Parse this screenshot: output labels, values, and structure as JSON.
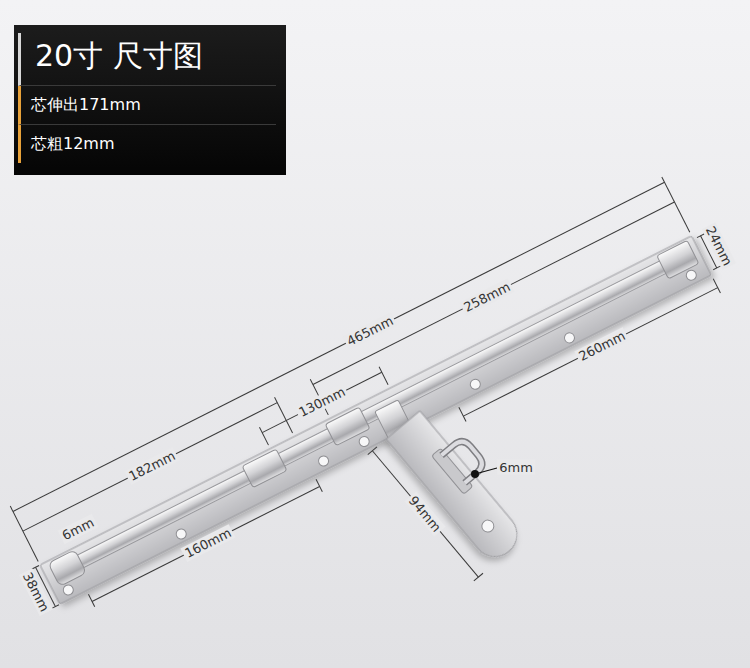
{
  "diagram": {
    "nodes": [
      {
        "text": [
          "20寸 尺寸图",
          "芯伸出171mm",
          "芯粗12mm"
        ]
      }
    ],
    "labels": [
      "465mm",
      "258mm",
      "260mm",
      "130mm",
      "182mm",
      "160mm",
      "6mm",
      "38mm",
      "24mm",
      "94mm",
      "6mm"
    ]
  }
}
